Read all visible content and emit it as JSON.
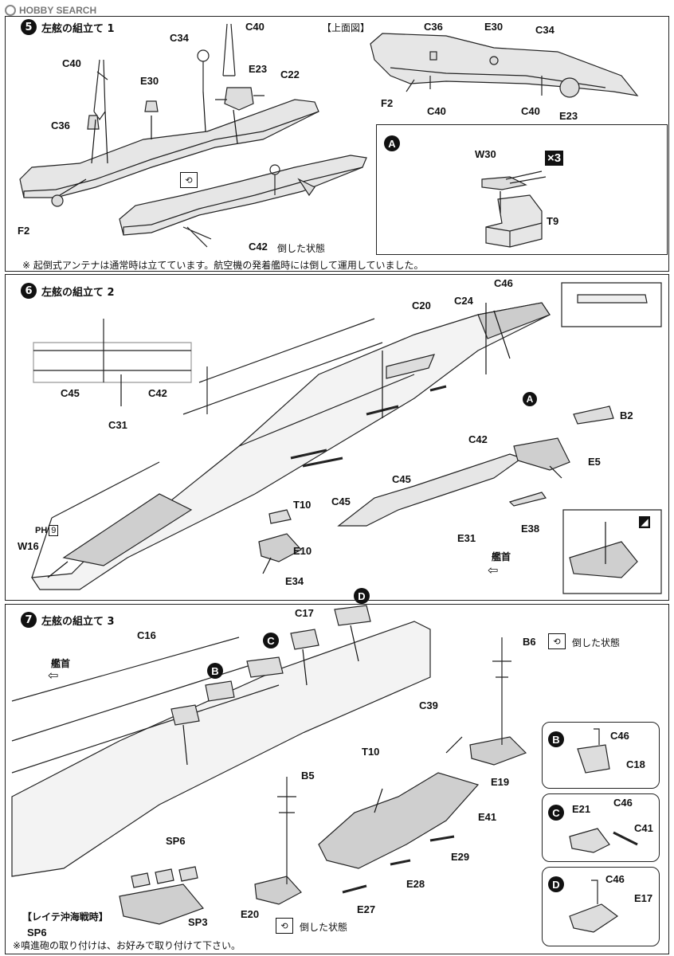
{
  "watermark": {
    "text": "HOBBY SEARCH"
  },
  "step5": {
    "number": "5",
    "title": "左舷の組立て 1",
    "top_view_label": "【上面図】",
    "labels": {
      "c40a": "C40",
      "c34": "C34",
      "c40b": "C40",
      "e23": "E23",
      "c22": "C22",
      "e30": "E30",
      "c36": "C36",
      "f2": "F2",
      "c42": "C42",
      "tv_c36": "C36",
      "tv_e30": "E30",
      "tv_c34": "C34",
      "tv_f2": "F2",
      "tv_c40a": "C40",
      "tv_c40b": "C40",
      "tv_e23": "E23"
    },
    "c42_note": "倒した状態",
    "note": "※ 起倒式アンテナは通常時は立てています。航空機の発着艦時には倒して運用していました。",
    "subA": {
      "letter": "A",
      "w30": "W30",
      "t9": "T9",
      "times": "×3"
    }
  },
  "step6": {
    "number": "6",
    "title": "左舷の組立て 2",
    "labels": {
      "c46": "C46",
      "c24": "C24",
      "c20": "C20",
      "c45a": "C45",
      "c42a": "C42",
      "c31": "C31",
      "b2": "B2",
      "c42b": "C42",
      "e5": "E5",
      "c45b": "C45",
      "c45c": "C45",
      "t10": "T10",
      "e10": "E10",
      "e38": "E38",
      "e31": "E31",
      "w16": "W16",
      "e34": "E34",
      "ph": "PH",
      "ph_num": "9",
      "a": "A"
    },
    "bow_label": "艦首"
  },
  "step7": {
    "number": "7",
    "title": "左舷の組立て 3",
    "labels": {
      "d": "D",
      "c17": "C17",
      "c16": "C16",
      "c": "C",
      "b6": "B6",
      "b": "B",
      "c39": "C39",
      "t10": "T10",
      "e19": "E19",
      "b5": "B5",
      "e41": "E41",
      "sp6a": "SP6",
      "e29": "E29",
      "e28": "E28",
      "sp3": "SP3",
      "e20": "E20",
      "e27": "E27",
      "sp6b": "SP6"
    },
    "bow_label": "艦首",
    "b6_note": "倒した状態",
    "e20_note": "倒した状態",
    "leyte_label": "【レイテ沖海戦時】",
    "footnote": "※噴進砲の取り付けは、お好みで取り付けて下さい。",
    "subB": {
      "letter": "B",
      "c46": "C46",
      "c18": "C18"
    },
    "subC": {
      "letter": "C",
      "e21": "E21",
      "c46": "C46",
      "c41": "C41"
    },
    "subD": {
      "letter": "D",
      "c46": "C46",
      "e17": "E17"
    }
  },
  "icons": {
    "rotate": "rotate-view-icon",
    "glue": "cement-icon",
    "bow_arrow": "arrow-left-icon"
  }
}
